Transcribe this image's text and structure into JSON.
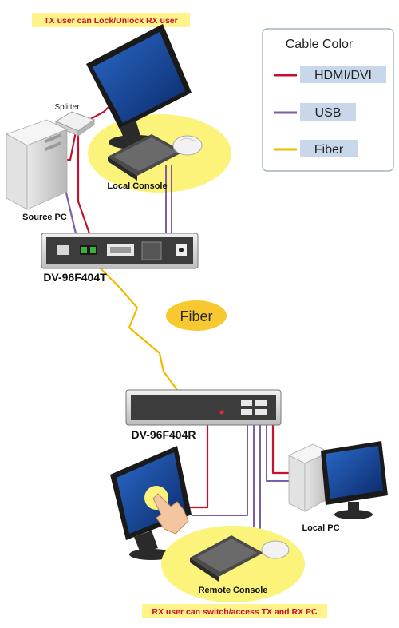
{
  "banners": {
    "top": "TX user can Lock/Unlock RX user",
    "bottom": "RX user can switch/access TX and RX PC"
  },
  "legend": {
    "title": "Cable Color",
    "items": [
      {
        "label": "HDMI/DVI",
        "color": "#c8102e"
      },
      {
        "label": "USB",
        "color": "#7b5ea7"
      },
      {
        "label": "Fiber",
        "color": "#f5b800"
      }
    ]
  },
  "labels": {
    "splitter": "Splitter",
    "local_console": "Local Console",
    "source_pc": "Source PC",
    "transmitter": "DV-96F404T",
    "fiber": "Fiber",
    "receiver": "DV-96F404R",
    "local_pc": "Local PC",
    "remote_console": "Remote Console"
  },
  "colors": {
    "banner_bg": "#fff38a",
    "console_ellipse": "#fbf37a",
    "fiber_bubble": "#f8c830",
    "legend_chip": "#c9d7ea"
  },
  "icons": [
    "monitor-icon",
    "tower-pc-icon",
    "keyboard-icon",
    "mouse-icon",
    "splitter-icon",
    "touch-hand-icon",
    "transmitter-device",
    "receiver-device"
  ]
}
